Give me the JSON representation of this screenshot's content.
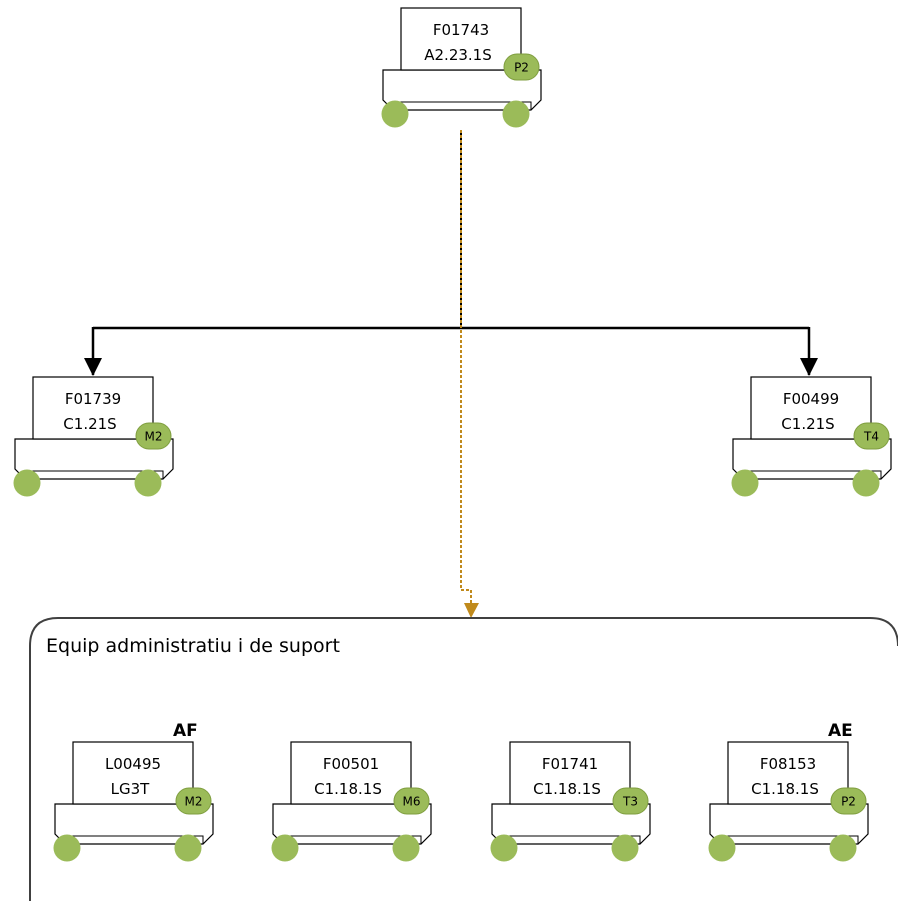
{
  "colors": {
    "badge_fill": "#9BBB59",
    "badge_stroke": "#7F9E3F",
    "wheel_fill": "#9BBB59",
    "line": "#000000",
    "dotted_link": "#C08A1C",
    "group_border": "#404040"
  },
  "top_node": {
    "id": "F01743",
    "code": "A2.23.1S",
    "badge": "P2"
  },
  "children": [
    {
      "id": "F01739",
      "code": "C1.21S",
      "badge": "M2"
    },
    {
      "id": "F00499",
      "code": "C1.21S",
      "badge": "T4"
    }
  ],
  "group": {
    "title": "Equip administratiu i de suport",
    "members": [
      {
        "id": "L00495",
        "code": "LG3T",
        "badge": "M2",
        "tag": "AF"
      },
      {
        "id": "F00501",
        "code": "C1.18.1S",
        "badge": "M6",
        "tag": ""
      },
      {
        "id": "F01741",
        "code": "C1.18.1S",
        "badge": "T3",
        "tag": ""
      },
      {
        "id": "F08153",
        "code": "C1.18.1S",
        "badge": "P2",
        "tag": "AE"
      }
    ]
  }
}
